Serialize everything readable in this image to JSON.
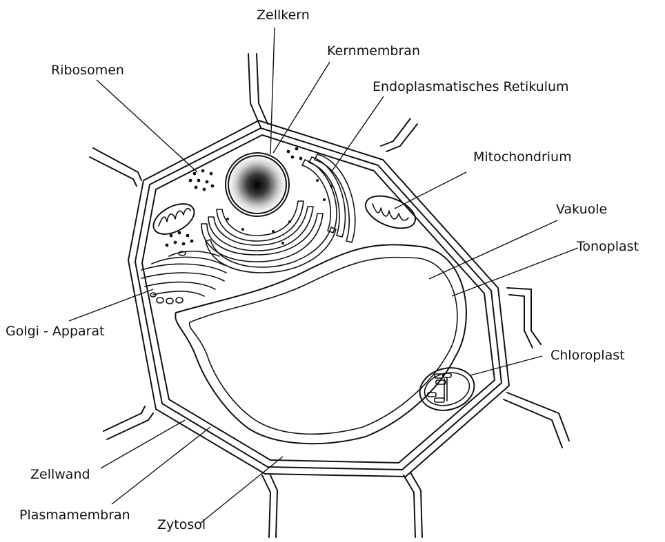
{
  "labels": {
    "zellkern": "Zellkern",
    "kernmembran": "Kernmembran",
    "ribosomen": "Ribosomen",
    "endoplasmatisches_retikulum": "Endoplasmatisches Retikulum",
    "mitochondrium": "Mitochondrium",
    "vakuole": "Vakuole",
    "tonoplast": "Tonoplast",
    "golgi_apparat": "Golgi - Apparat",
    "chloroplast": "Chloroplast",
    "zellwand": "Zellwand",
    "plasmamembran": "Plasmamembran",
    "zytosol": "Zytosol"
  },
  "colors": {
    "line": "#111111",
    "background": "#ffffff",
    "nucleus_center": "#000000",
    "nucleus_edge": "#ffffff"
  }
}
